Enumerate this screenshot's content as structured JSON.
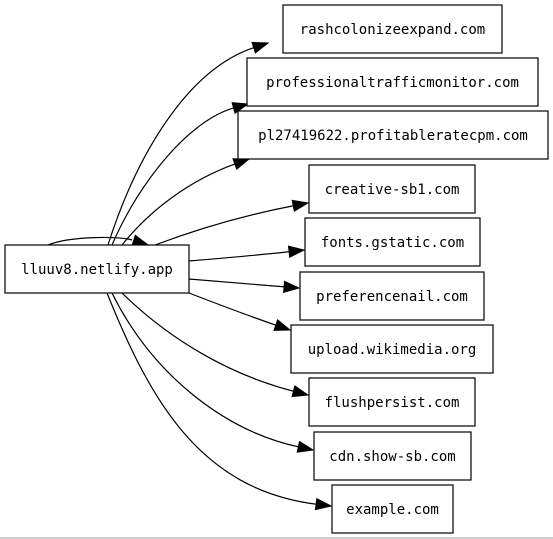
{
  "graph": {
    "source": {
      "id": "src",
      "label": "lluuv8.netlify.app"
    },
    "targets": [
      {
        "id": "t0",
        "label": "rashcolonizeexpand.com"
      },
      {
        "id": "t1",
        "label": "professionaltrafficmonitor.com"
      },
      {
        "id": "t2",
        "label": "pl27419622.profitableratecpm.com"
      },
      {
        "id": "t3",
        "label": "creative-sb1.com"
      },
      {
        "id": "t4",
        "label": "fonts.gstatic.com"
      },
      {
        "id": "t5",
        "label": "preferencenail.com"
      },
      {
        "id": "t6",
        "label": "upload.wikimedia.org"
      },
      {
        "id": "t7",
        "label": "flushpersist.com"
      },
      {
        "id": "t8",
        "label": "cdn.show-sb.com"
      },
      {
        "id": "t9",
        "label": "example.com"
      }
    ],
    "edges": [
      {
        "from": "src",
        "to": "src"
      },
      {
        "from": "src",
        "to": "t0"
      },
      {
        "from": "src",
        "to": "t1"
      },
      {
        "from": "src",
        "to": "t2"
      },
      {
        "from": "src",
        "to": "t3"
      },
      {
        "from": "src",
        "to": "t4"
      },
      {
        "from": "src",
        "to": "t5"
      },
      {
        "from": "src",
        "to": "t6"
      },
      {
        "from": "src",
        "to": "t7"
      },
      {
        "from": "src",
        "to": "t8"
      },
      {
        "from": "src",
        "to": "t9"
      }
    ]
  }
}
